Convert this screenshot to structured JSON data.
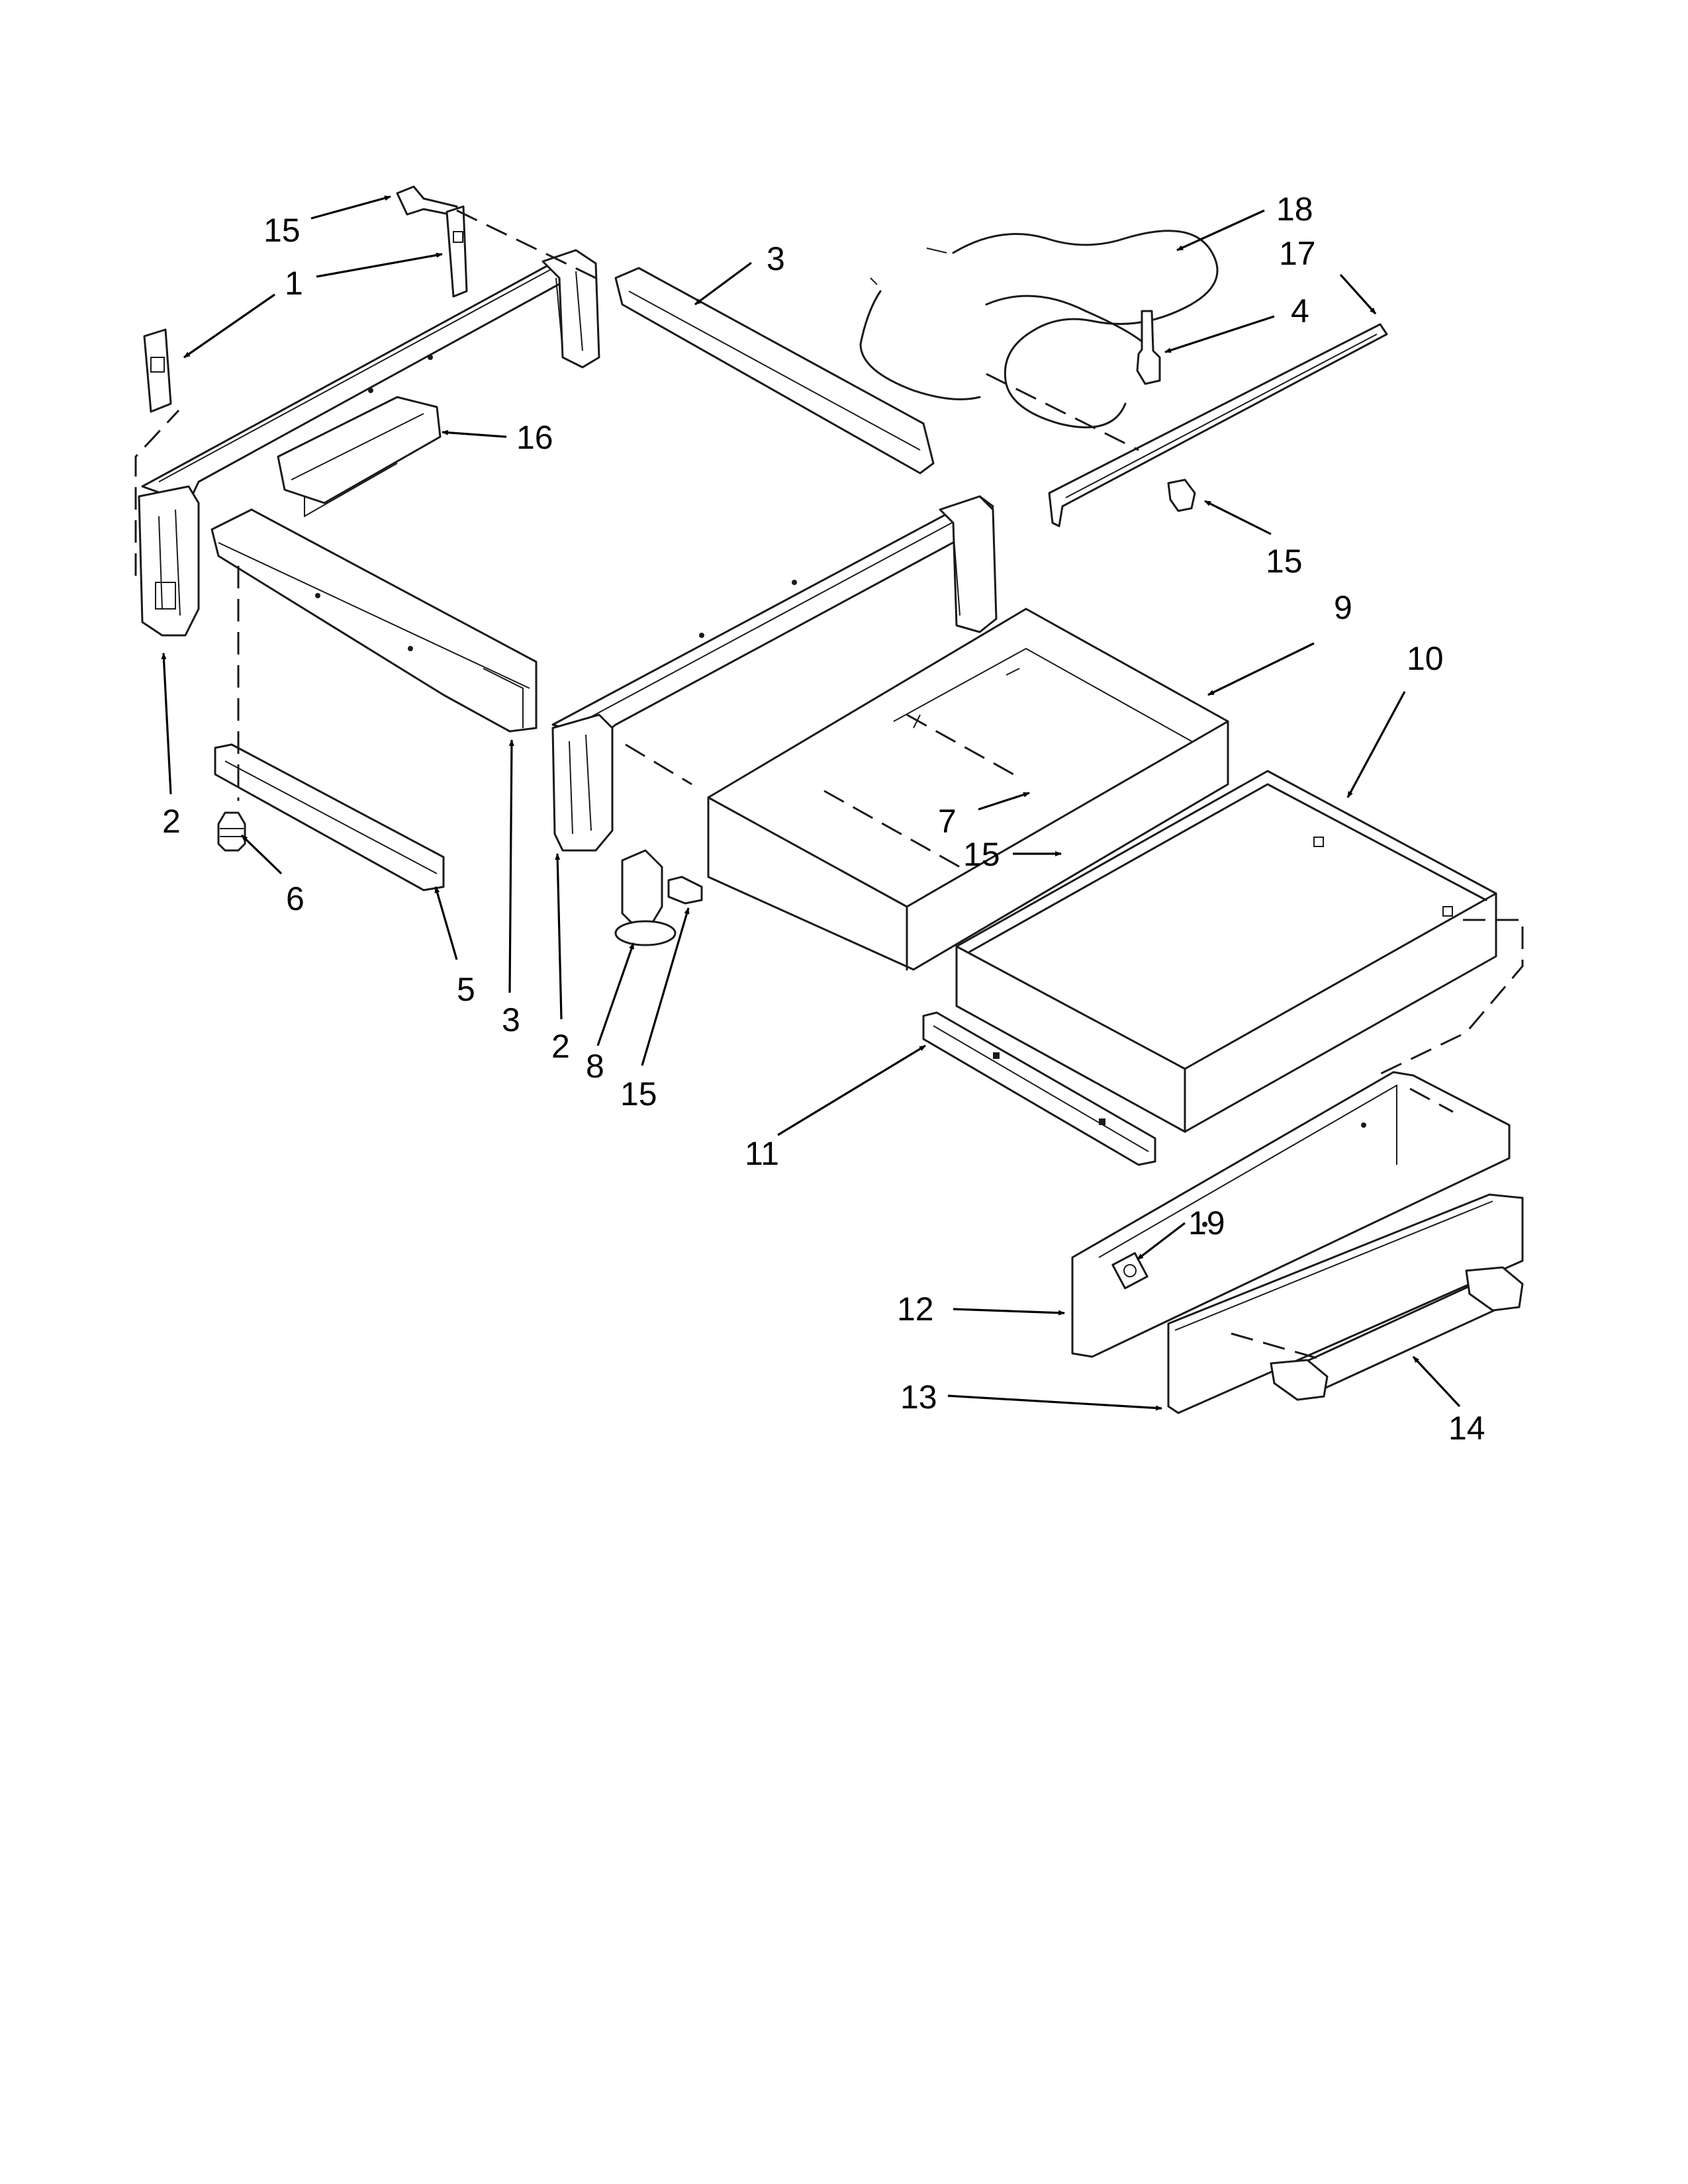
{
  "callouts": [
    {
      "label": "15"
    },
    {
      "label": "1"
    },
    {
      "label": "3"
    },
    {
      "label": "18"
    },
    {
      "label": "17"
    },
    {
      "label": "4"
    },
    {
      "label": "16"
    },
    {
      "label": "15"
    },
    {
      "label": "9"
    },
    {
      "label": "10"
    },
    {
      "label": "2"
    },
    {
      "label": "7"
    },
    {
      "label": "15"
    },
    {
      "label": "6"
    },
    {
      "label": "5"
    },
    {
      "label": "3"
    },
    {
      "label": "2"
    },
    {
      "label": "8"
    },
    {
      "label": "15"
    },
    {
      "label": "11"
    },
    {
      "label": "19"
    },
    {
      "label": "12"
    },
    {
      "label": "13"
    },
    {
      "label": "14"
    }
  ]
}
